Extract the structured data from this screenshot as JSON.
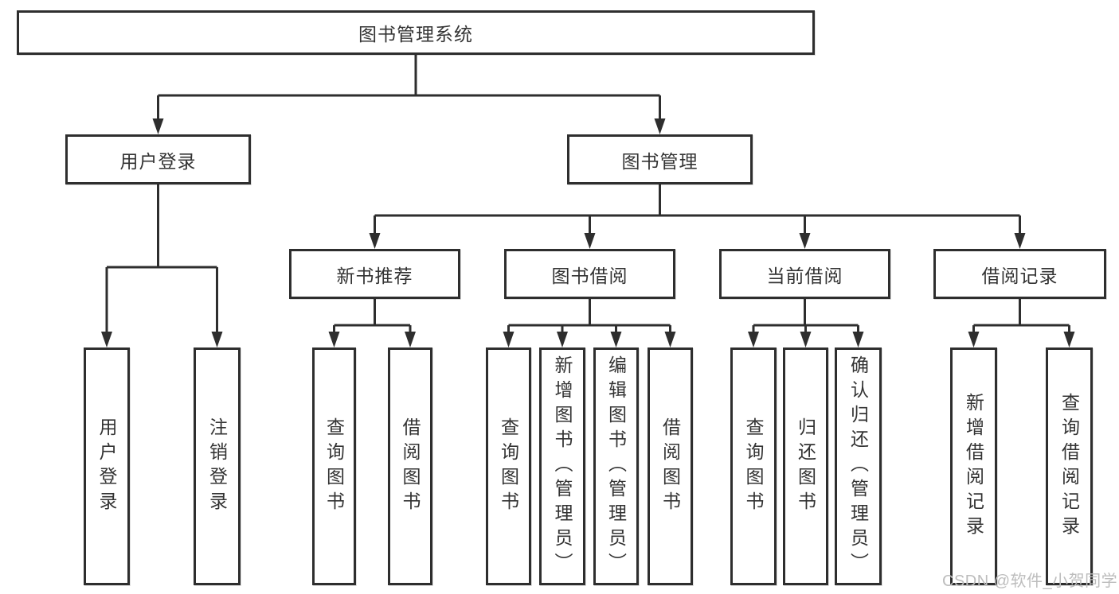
{
  "diagram": {
    "root": {
      "label": "图书管理系统"
    },
    "branches": [
      {
        "label": "用户登录",
        "children": [
          {
            "label": "用户登录"
          },
          {
            "label": "注销登录"
          }
        ]
      },
      {
        "label": "图书管理",
        "sections": [
          {
            "label": "新书推荐",
            "children": [
              {
                "label": "查询图书"
              },
              {
                "label": "借阅图书"
              }
            ]
          },
          {
            "label": "图书借阅",
            "children": [
              {
                "label": "查询图书"
              },
              {
                "label": "新增图书（管理员）"
              },
              {
                "label": "编辑图书（管理员）"
              },
              {
                "label": "借阅图书"
              }
            ]
          },
          {
            "label": "当前借阅",
            "children": [
              {
                "label": "查询图书"
              },
              {
                "label": "归还图书"
              },
              {
                "label": "确认归还（管理员）"
              }
            ]
          },
          {
            "label": "借阅记录",
            "children": [
              {
                "label": "新增借阅记录"
              },
              {
                "label": "查询借阅记录"
              }
            ]
          }
        ]
      }
    ],
    "watermark": "CSDN @软件_小贺同学",
    "colors": {
      "line": "#2e2e2e",
      "text": "#333333",
      "watermark": "#bdbdbd",
      "background": "#ffffff"
    }
  }
}
